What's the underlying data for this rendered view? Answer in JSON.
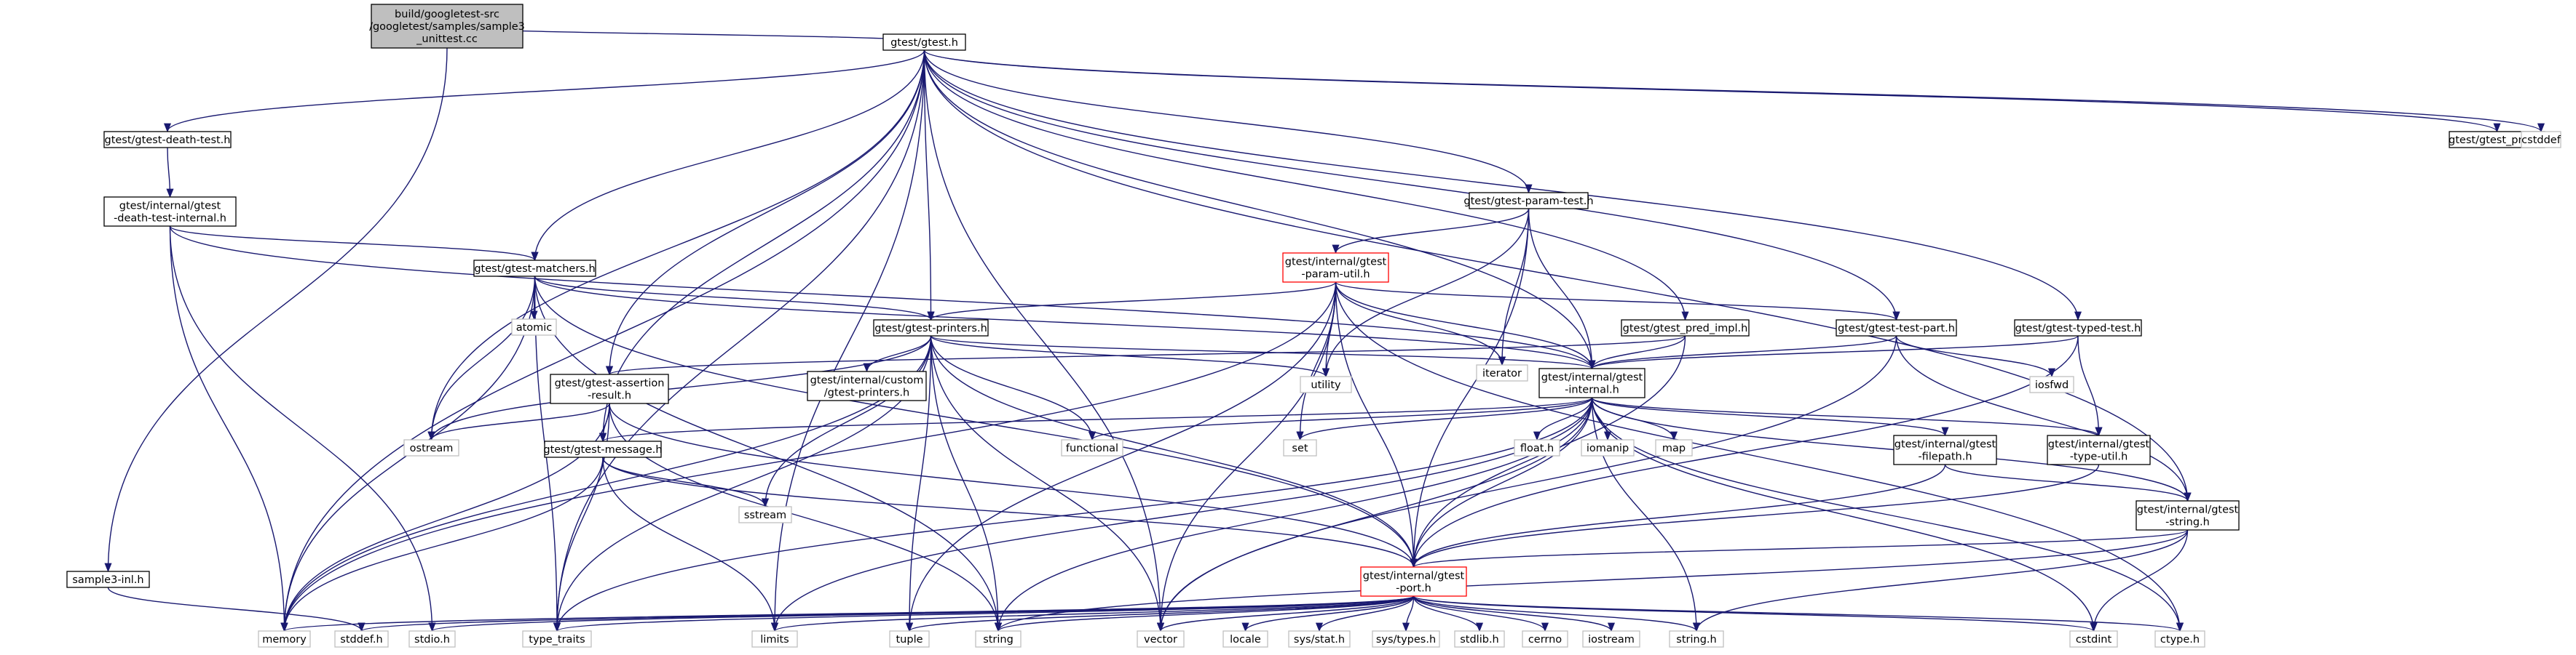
{
  "colors": {
    "edge": "#191970",
    "node_border": "#000000",
    "sys_border": "#bfbfbf",
    "root_fill": "#bfbfbf",
    "highlight_border": "#ff0000"
  },
  "nodes": [
    {
      "id": "root",
      "lines": [
        "build/googletest-src",
        "/googletest/samples/sample3",
        "_unittest.cc"
      ],
      "kind": "root"
    },
    {
      "id": "gtest_h",
      "lines": [
        "gtest/gtest.h"
      ],
      "kind": "normal"
    },
    {
      "id": "death_test",
      "lines": [
        "gtest/gtest-death-test.h"
      ],
      "kind": "normal"
    },
    {
      "id": "death_internal",
      "lines": [
        "gtest/internal/gtest",
        "-death-test-internal.h"
      ],
      "kind": "normal"
    },
    {
      "id": "matchers",
      "lines": [
        "gtest/gtest-matchers.h"
      ],
      "kind": "normal"
    },
    {
      "id": "param_test",
      "lines": [
        "gtest/gtest-param-test.h"
      ],
      "kind": "normal"
    },
    {
      "id": "param_util",
      "lines": [
        "gtest/internal/gtest",
        "-param-util.h"
      ],
      "kind": "highlight"
    },
    {
      "id": "printers",
      "lines": [
        "gtest/gtest-printers.h"
      ],
      "kind": "normal"
    },
    {
      "id": "pred_impl",
      "lines": [
        "gtest/gtest_pred_impl.h"
      ],
      "kind": "normal"
    },
    {
      "id": "test_part",
      "lines": [
        "gtest/gtest-test-part.h"
      ],
      "kind": "normal"
    },
    {
      "id": "typed_test",
      "lines": [
        "gtest/gtest-typed-test.h"
      ],
      "kind": "normal"
    },
    {
      "id": "gtest_prod",
      "lines": [
        "gtest/gtest_prod.h"
      ],
      "kind": "normal"
    },
    {
      "id": "assertion_result",
      "lines": [
        "gtest/gtest-assertion",
        "-result.h"
      ],
      "kind": "normal"
    },
    {
      "id": "custom_printers",
      "lines": [
        "gtest/internal/custom",
        "/gtest-printers.h"
      ],
      "kind": "normal"
    },
    {
      "id": "internal",
      "lines": [
        "gtest/internal/gtest",
        "-internal.h"
      ],
      "kind": "normal"
    },
    {
      "id": "message",
      "lines": [
        "gtest/gtest-message.h"
      ],
      "kind": "normal"
    },
    {
      "id": "filepath",
      "lines": [
        "gtest/internal/gtest",
        "-filepath.h"
      ],
      "kind": "normal"
    },
    {
      "id": "type_util",
      "lines": [
        "gtest/internal/gtest",
        "-type-util.h"
      ],
      "kind": "normal"
    },
    {
      "id": "gstring",
      "lines": [
        "gtest/internal/gtest",
        "-string.h"
      ],
      "kind": "normal"
    },
    {
      "id": "port",
      "lines": [
        "gtest/internal/gtest",
        "-port.h"
      ],
      "kind": "highlight"
    },
    {
      "id": "sample3_inl",
      "lines": [
        "sample3-inl.h"
      ],
      "kind": "normal"
    },
    {
      "id": "cstddef",
      "lines": [
        "cstddef"
      ],
      "kind": "sys"
    },
    {
      "id": "atomic",
      "lines": [
        "atomic"
      ],
      "kind": "sys"
    },
    {
      "id": "iterator",
      "lines": [
        "iterator"
      ],
      "kind": "sys"
    },
    {
      "id": "utility",
      "lines": [
        "utility"
      ],
      "kind": "sys"
    },
    {
      "id": "iosfwd",
      "lines": [
        "iosfwd"
      ],
      "kind": "sys"
    },
    {
      "id": "ostream",
      "lines": [
        "ostream"
      ],
      "kind": "sys"
    },
    {
      "id": "functional",
      "lines": [
        "functional"
      ],
      "kind": "sys"
    },
    {
      "id": "set",
      "lines": [
        "set"
      ],
      "kind": "sys"
    },
    {
      "id": "float_h",
      "lines": [
        "float.h"
      ],
      "kind": "sys"
    },
    {
      "id": "iomanip",
      "lines": [
        "iomanip"
      ],
      "kind": "sys"
    },
    {
      "id": "map",
      "lines": [
        "map"
      ],
      "kind": "sys"
    },
    {
      "id": "sstream",
      "lines": [
        "sstream"
      ],
      "kind": "sys"
    },
    {
      "id": "memory",
      "lines": [
        "memory"
      ],
      "kind": "sys"
    },
    {
      "id": "stddef_h",
      "lines": [
        "stddef.h"
      ],
      "kind": "sys"
    },
    {
      "id": "stdio_h",
      "lines": [
        "stdio.h"
      ],
      "kind": "sys"
    },
    {
      "id": "type_traits",
      "lines": [
        "type_traits"
      ],
      "kind": "sys"
    },
    {
      "id": "limits",
      "lines": [
        "limits"
      ],
      "kind": "sys"
    },
    {
      "id": "tuple",
      "lines": [
        "tuple"
      ],
      "kind": "sys"
    },
    {
      "id": "string",
      "lines": [
        "string"
      ],
      "kind": "sys"
    },
    {
      "id": "vector",
      "lines": [
        "vector"
      ],
      "kind": "sys"
    },
    {
      "id": "locale",
      "lines": [
        "locale"
      ],
      "kind": "sys"
    },
    {
      "id": "sys_stat",
      "lines": [
        "sys/stat.h"
      ],
      "kind": "sys"
    },
    {
      "id": "sys_types",
      "lines": [
        "sys/types.h"
      ],
      "kind": "sys"
    },
    {
      "id": "stdlib_h",
      "lines": [
        "stdlib.h"
      ],
      "kind": "sys"
    },
    {
      "id": "cerrno",
      "lines": [
        "cerrno"
      ],
      "kind": "sys"
    },
    {
      "id": "iostream",
      "lines": [
        "iostream"
      ],
      "kind": "sys"
    },
    {
      "id": "string_h",
      "lines": [
        "string.h"
      ],
      "kind": "sys"
    },
    {
      "id": "cstdint",
      "lines": [
        "cstdint"
      ],
      "kind": "sys"
    },
    {
      "id": "ctype_h",
      "lines": [
        "ctype.h"
      ],
      "kind": "sys"
    }
  ],
  "edges": [
    [
      "root",
      "gtest_h"
    ],
    [
      "root",
      "sample3_inl"
    ],
    [
      "gtest_h",
      "death_test"
    ],
    [
      "gtest_h",
      "matchers"
    ],
    [
      "gtest_h",
      "param_test"
    ],
    [
      "gtest_h",
      "printers"
    ],
    [
      "gtest_h",
      "pred_impl"
    ],
    [
      "gtest_h",
      "test_part"
    ],
    [
      "gtest_h",
      "typed_test"
    ],
    [
      "gtest_h",
      "gtest_prod"
    ],
    [
      "gtest_h",
      "cstddef"
    ],
    [
      "gtest_h",
      "assertion_result"
    ],
    [
      "gtest_h",
      "message"
    ],
    [
      "gtest_h",
      "internal"
    ],
    [
      "gtest_h",
      "gstring"
    ],
    [
      "gtest_h",
      "ostream"
    ],
    [
      "gtest_h",
      "memory"
    ],
    [
      "gtest_h",
      "type_traits"
    ],
    [
      "gtest_h",
      "limits"
    ],
    [
      "gtest_h",
      "vector"
    ],
    [
      "death_test",
      "death_internal"
    ],
    [
      "death_internal",
      "matchers"
    ],
    [
      "death_internal",
      "internal"
    ],
    [
      "death_internal",
      "stdio_h"
    ],
    [
      "death_internal",
      "memory"
    ],
    [
      "matchers",
      "atomic"
    ],
    [
      "matchers",
      "printers"
    ],
    [
      "matchers",
      "internal"
    ],
    [
      "matchers",
      "port"
    ],
    [
      "matchers",
      "ostream"
    ],
    [
      "matchers",
      "memory"
    ],
    [
      "matchers",
      "type_traits"
    ],
    [
      "matchers",
      "string"
    ],
    [
      "param_test",
      "param_util"
    ],
    [
      "param_test",
      "iterator"
    ],
    [
      "param_test",
      "utility"
    ],
    [
      "param_test",
      "internal"
    ],
    [
      "param_test",
      "port"
    ],
    [
      "param_util",
      "printers"
    ],
    [
      "param_util",
      "test_part"
    ],
    [
      "param_util",
      "iterator"
    ],
    [
      "param_util",
      "utility"
    ],
    [
      "param_util",
      "set"
    ],
    [
      "param_util",
      "internal"
    ],
    [
      "param_util",
      "port"
    ],
    [
      "param_util",
      "memory"
    ],
    [
      "param_util",
      "tuple"
    ],
    [
      "param_util",
      "vector"
    ],
    [
      "param_util",
      "ctype_h"
    ],
    [
      "printers",
      "custom_printers"
    ],
    [
      "printers",
      "internal"
    ],
    [
      "printers",
      "port"
    ],
    [
      "printers",
      "utility"
    ],
    [
      "printers",
      "functional"
    ],
    [
      "printers",
      "sstream"
    ],
    [
      "printers",
      "ostream"
    ],
    [
      "printers",
      "memory"
    ],
    [
      "printers",
      "type_traits"
    ],
    [
      "printers",
      "tuple"
    ],
    [
      "printers",
      "string"
    ],
    [
      "printers",
      "vector"
    ],
    [
      "pred_impl",
      "internal"
    ],
    [
      "pred_impl",
      "assertion_result"
    ],
    [
      "pred_impl",
      "port"
    ],
    [
      "test_part",
      "internal"
    ],
    [
      "test_part",
      "gstring"
    ],
    [
      "test_part",
      "iosfwd"
    ],
    [
      "test_part",
      "vector"
    ],
    [
      "typed_test",
      "internal"
    ],
    [
      "typed_test",
      "type_util"
    ],
    [
      "typed_test",
      "port"
    ],
    [
      "assertion_result",
      "message"
    ],
    [
      "assertion_result",
      "port"
    ],
    [
      "assertion_result",
      "ostream"
    ],
    [
      "assertion_result",
      "memory"
    ],
    [
      "assertion_result",
      "type_traits"
    ],
    [
      "assertion_result",
      "string"
    ],
    [
      "internal",
      "message"
    ],
    [
      "internal",
      "filepath"
    ],
    [
      "internal",
      "type_util"
    ],
    [
      "internal",
      "gstring"
    ],
    [
      "internal",
      "port"
    ],
    [
      "internal",
      "functional"
    ],
    [
      "internal",
      "set"
    ],
    [
      "internal",
      "float_h"
    ],
    [
      "internal",
      "iomanip"
    ],
    [
      "internal",
      "map"
    ],
    [
      "internal",
      "ctype_h"
    ],
    [
      "internal",
      "limits"
    ],
    [
      "internal",
      "string"
    ],
    [
      "internal",
      "vector"
    ],
    [
      "internal",
      "type_traits"
    ],
    [
      "internal",
      "string_h"
    ],
    [
      "internal",
      "cstdint"
    ],
    [
      "message",
      "port"
    ],
    [
      "message",
      "sstream"
    ],
    [
      "message",
      "limits"
    ],
    [
      "message",
      "memory"
    ],
    [
      "filepath",
      "gstring"
    ],
    [
      "filepath",
      "port"
    ],
    [
      "type_util",
      "port"
    ],
    [
      "gstring",
      "port"
    ],
    [
      "gstring",
      "cstdint"
    ],
    [
      "gstring",
      "string_h"
    ],
    [
      "gstring",
      "string"
    ],
    [
      "sample3_inl",
      "stddef_h"
    ],
    [
      "port",
      "memory"
    ],
    [
      "port",
      "stddef_h"
    ],
    [
      "port",
      "stdio_h"
    ],
    [
      "port",
      "type_traits"
    ],
    [
      "port",
      "limits"
    ],
    [
      "port",
      "tuple"
    ],
    [
      "port",
      "string"
    ],
    [
      "port",
      "vector"
    ],
    [
      "port",
      "locale"
    ],
    [
      "port",
      "sys_stat"
    ],
    [
      "port",
      "sys_types"
    ],
    [
      "port",
      "stdlib_h"
    ],
    [
      "port",
      "cerrno"
    ],
    [
      "port",
      "iostream"
    ],
    [
      "port",
      "string_h"
    ],
    [
      "port",
      "cstdint"
    ],
    [
      "port",
      "ctype_h"
    ]
  ]
}
